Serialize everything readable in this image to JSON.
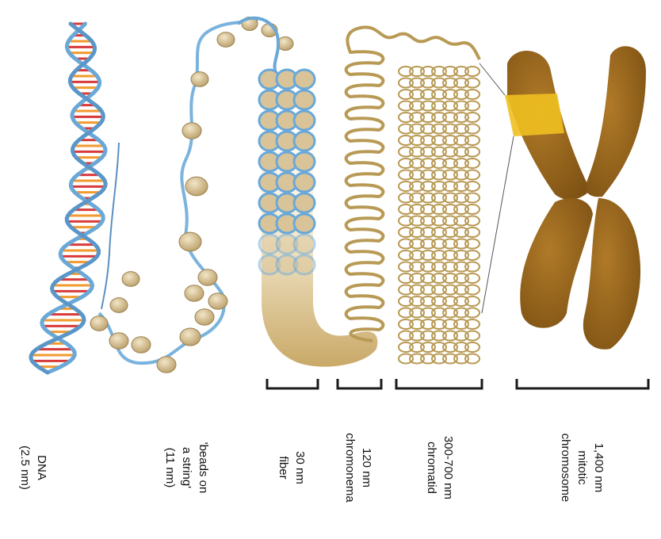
{
  "labels": {
    "dna": [
      "DNA",
      "(2.5 nm)"
    ],
    "beads": [
      "'beads on",
      "a string'",
      "(11 nm)"
    ],
    "fiber": [
      "30 nm",
      "fiber"
    ],
    "chromonema": [
      "120 nm",
      "chromonema"
    ],
    "chromatid": [
      "300-700 nm",
      "chromatid"
    ],
    "chromosome": [
      "1,400 nm",
      "mitotic",
      "chromosome"
    ]
  },
  "colors": {
    "dna_backbone": "#6aa8d8",
    "nucleosome": "#d9c49a",
    "fiber_fill": "#e8d7b0",
    "chromonema": "#b89a55",
    "chromosome": "#9a6a1e",
    "chromosome_band": "#f0c020",
    "base_red": "#d83a3a",
    "base_green": "#3aa84a",
    "base_orange": "#f29a2e",
    "bracket": "#1a1a1a"
  }
}
